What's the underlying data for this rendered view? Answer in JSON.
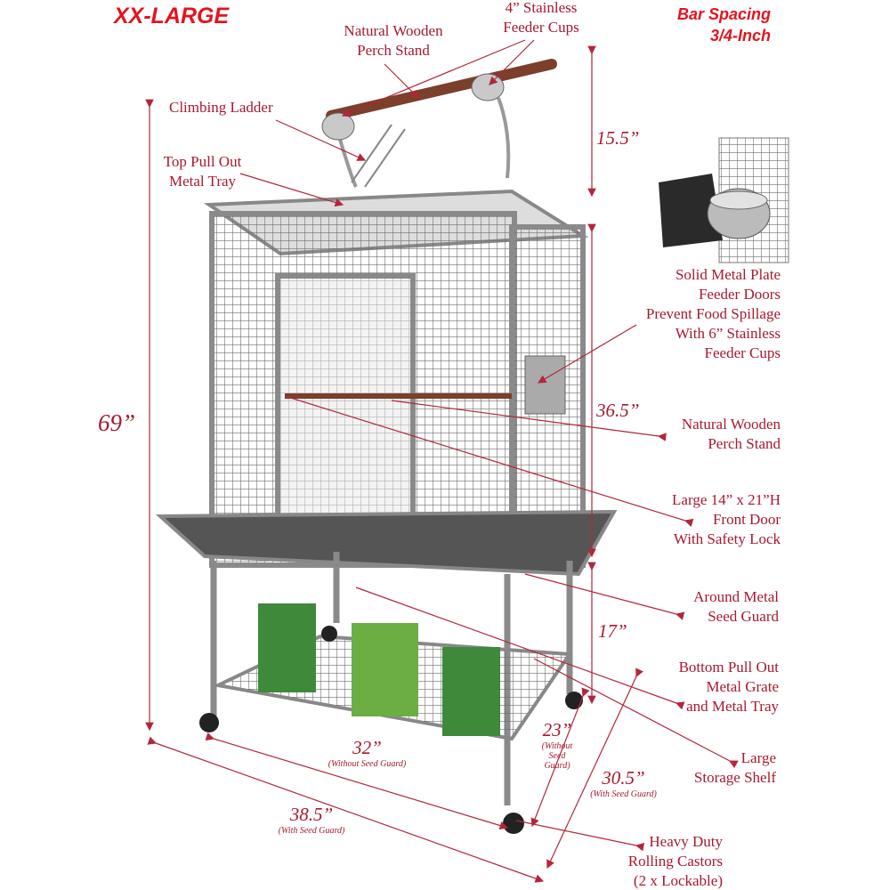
{
  "headline_left": "XX-LARGE",
  "headline_right": [
    "Bar Spacing",
    "3/4-Inch"
  ],
  "colors": {
    "label": "#a8192e",
    "headline": "#e3141f",
    "cage": "#8a8a8a"
  },
  "labels": {
    "top_perch": [
      "Natural Wooden",
      "Perch Stand"
    ],
    "feeder_cups": [
      "4” Stainless",
      "Feeder Cups"
    ],
    "ladder": "Climbing Ladder",
    "top_tray": [
      "Top Pull Out",
      "Metal Tray"
    ],
    "feeder_doors": [
      "Solid Metal Plate",
      "Feeder Doors",
      "Prevent Food Spillage",
      "With 6” Stainless",
      "Feeder Cups"
    ],
    "inner_perch": [
      "Natural Wooden",
      "Perch Stand"
    ],
    "front_door": [
      "Large 14” x 21”H",
      "Front Door",
      "With Safety Lock"
    ],
    "seed_guard": [
      "Around Metal",
      "Seed Guard"
    ],
    "bottom_tray": [
      "Bottom Pull Out",
      "Metal Grate",
      "and Metal Tray"
    ],
    "shelf": [
      "Large",
      "Storage Shelf"
    ],
    "castors": [
      "Heavy Duty",
      "Rolling Castors",
      "(2 x Lockable)"
    ]
  },
  "dimensions": {
    "total_height": "69”",
    "top_height": "15.5”",
    "cage_height": "36.5”",
    "stand_height": "17”",
    "depth_without": {
      "value": "23”",
      "note": [
        "(Without",
        "Seed",
        "Guard)"
      ]
    },
    "width_without": {
      "value": "32”",
      "note": "(Without Seed Guard)"
    },
    "depth_with": {
      "value": "30.5”",
      "note": "(With Seed Guard)"
    },
    "width_with": {
      "value": "38.5”",
      "note": "(With Seed Guard)"
    }
  }
}
